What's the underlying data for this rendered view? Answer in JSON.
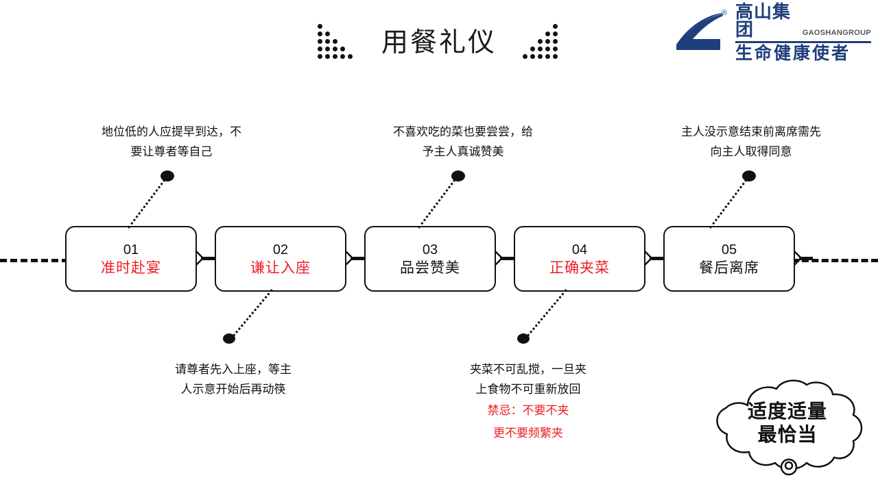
{
  "header": {
    "title": "用餐礼仪",
    "decoration_icon": "dot-triangle"
  },
  "logo": {
    "mark_icon": "gaoshan-swoosh-logo",
    "registered_mark": "®",
    "company_cn": "高山集团",
    "company_en": "GAOSHANGROUP",
    "slogan_cn": "生命健康使者",
    "brand_color": "#1F3E7C"
  },
  "timeline": {
    "accent_color": "#ED1C24",
    "line_color": "#111111",
    "steps": [
      {
        "num": "01",
        "label": "准时赴宴",
        "color": "red"
      },
      {
        "num": "02",
        "label": "谦让入座",
        "color": "red"
      },
      {
        "num": "03",
        "label": "品尝赞美",
        "color": "black"
      },
      {
        "num": "04",
        "label": "正确夹菜",
        "color": "red"
      },
      {
        "num": "05",
        "label": "餐后离席",
        "color": "black"
      }
    ]
  },
  "notes": {
    "top": [
      {
        "for_step": "01",
        "line1": "地位低的人应提早到达，不",
        "line2": "要让尊者等自己"
      },
      {
        "for_step": "03",
        "line1": "不喜欢吃的菜也要尝尝，给",
        "line2": "予主人真诚赞美"
      },
      {
        "for_step": "05",
        "line1": "主人没示意结束前离席需先",
        "line2": "向主人取得同意"
      }
    ],
    "bottom": [
      {
        "for_step": "02",
        "line1": "请尊者先入上座，等主",
        "line2": "人示意开始后再动筷",
        "red1": "",
        "red2": ""
      },
      {
        "for_step": "04",
        "line1": "夹菜不可乱搅，一旦夹",
        "line2": "上食物不可重新放回",
        "red1": "禁忌：不要不夹",
        "red2": "更不要频繁夹"
      }
    ]
  },
  "callout": {
    "shape_icon": "thought-cloud",
    "line1": "适度适量",
    "line2": "最恰当"
  }
}
